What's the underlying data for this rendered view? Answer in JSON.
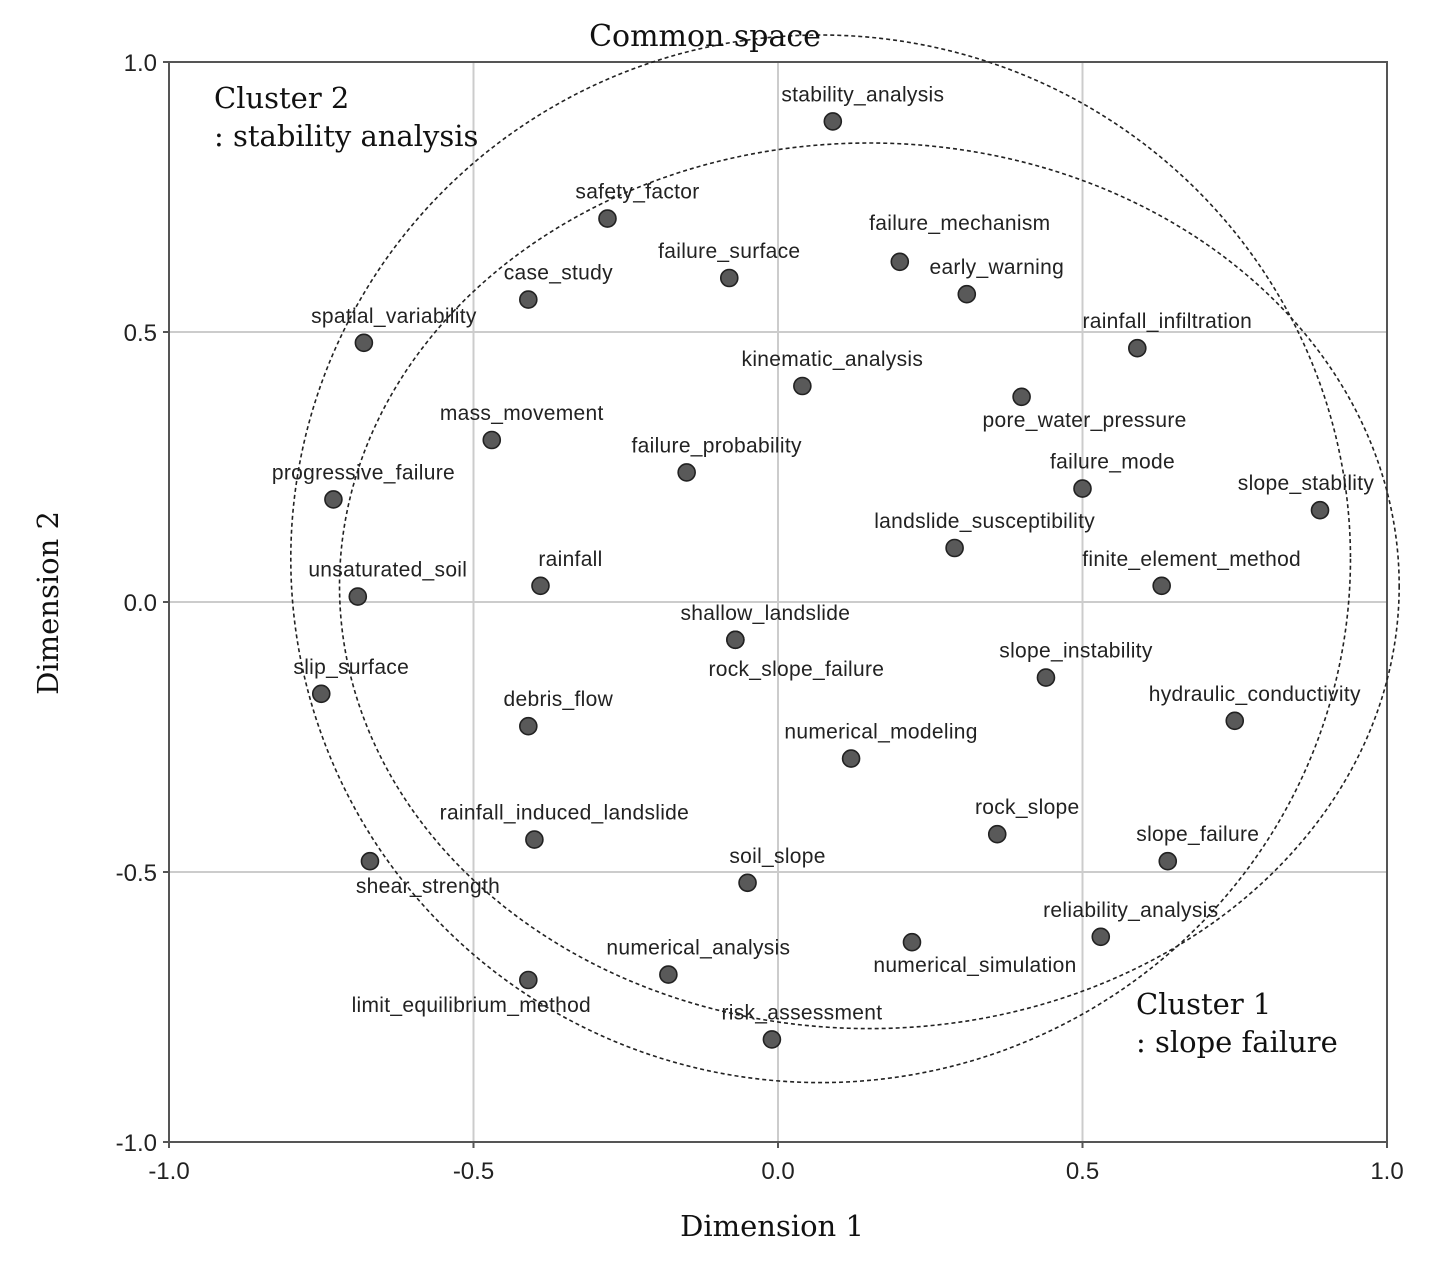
{
  "chart_data": {
    "type": "scatter",
    "title": "Common space",
    "xlabel": "Dimension 1",
    "ylabel": "Dimension 2",
    "xlim": [
      -1.0,
      1.0
    ],
    "ylim": [
      -1.0,
      1.0
    ],
    "xticks": [
      "-1.0",
      "-0.5",
      "0.0",
      "0.5",
      "1.0"
    ],
    "yticks": [
      "-1.0",
      "-0.5",
      "0.0",
      "0.5",
      "1.0"
    ],
    "grid": true,
    "marker_color": "#595959",
    "points": [
      {
        "label": "stability_analysis",
        "x": 0.09,
        "y": 0.89
      },
      {
        "label": "safety_factor",
        "x": -0.28,
        "y": 0.71
      },
      {
        "label": "failure_mechanism",
        "x": 0.2,
        "y": 0.63
      },
      {
        "label": "failure_surface",
        "x": -0.08,
        "y": 0.6
      },
      {
        "label": "early_warning",
        "x": 0.31,
        "y": 0.57
      },
      {
        "label": "case_study",
        "x": -0.41,
        "y": 0.56
      },
      {
        "label": "spatial_variability",
        "x": -0.68,
        "y": 0.48
      },
      {
        "label": "rainfall_infiltration",
        "x": 0.59,
        "y": 0.47
      },
      {
        "label": "kinematic_analysis",
        "x": 0.04,
        "y": 0.4
      },
      {
        "label": "pore_water_pressure",
        "x": 0.4,
        "y": 0.38
      },
      {
        "label": "mass_movement",
        "x": -0.47,
        "y": 0.3
      },
      {
        "label": "failure_probability",
        "x": -0.15,
        "y": 0.24
      },
      {
        "label": "failure_mode",
        "x": 0.5,
        "y": 0.21
      },
      {
        "label": "progressive_failure",
        "x": -0.73,
        "y": 0.19
      },
      {
        "label": "slope_stability",
        "x": 0.89,
        "y": 0.17
      },
      {
        "label": "landslide_susceptibility",
        "x": 0.29,
        "y": 0.1
      },
      {
        "label": "rainfall",
        "x": -0.39,
        "y": 0.03
      },
      {
        "label": "finite_element_method",
        "x": 0.63,
        "y": 0.03
      },
      {
        "label": "unsaturated_soil",
        "x": -0.69,
        "y": 0.01
      },
      {
        "label": "shallow_landslide",
        "x": -0.07,
        "y": -0.07
      },
      {
        "label": "rock_slope_failure",
        "x": -0.07,
        "y": -0.07
      },
      {
        "label": "slope_instability",
        "x": 0.44,
        "y": -0.14
      },
      {
        "label": "slip_surface",
        "x": -0.75,
        "y": -0.17
      },
      {
        "label": "hydraulic_conductivity",
        "x": 0.75,
        "y": -0.22
      },
      {
        "label": "debris_flow",
        "x": -0.41,
        "y": -0.23
      },
      {
        "label": "numerical_modeling",
        "x": 0.12,
        "y": -0.29
      },
      {
        "label": "rock_slope",
        "x": 0.36,
        "y": -0.43
      },
      {
        "label": "rainfall_induced_landslide",
        "x": -0.4,
        "y": -0.44
      },
      {
        "label": "slope_failure",
        "x": 0.64,
        "y": -0.48
      },
      {
        "label": "shear_strength",
        "x": -0.67,
        "y": -0.48
      },
      {
        "label": "soil_slope",
        "x": -0.05,
        "y": -0.52
      },
      {
        "label": "reliability_analysis",
        "x": 0.53,
        "y": -0.62
      },
      {
        "label": "numerical_simulation",
        "x": 0.22,
        "y": -0.63
      },
      {
        "label": "numerical_analysis",
        "x": -0.18,
        "y": -0.69
      },
      {
        "label": "limit_equilibrium_method",
        "x": -0.41,
        "y": -0.7
      },
      {
        "label": "risk_assessment",
        "x": -0.01,
        "y": -0.81
      }
    ],
    "clusters": [
      {
        "name": "Cluster 2",
        "description": ": stability analysis",
        "center": [
          0.07,
          0.08
        ],
        "radii": [
          0.87,
          0.97
        ]
      },
      {
        "name": "Cluster 1",
        "description": ": slope failure",
        "center": [
          0.15,
          0.03
        ],
        "radii": [
          0.87,
          0.82
        ]
      }
    ]
  }
}
